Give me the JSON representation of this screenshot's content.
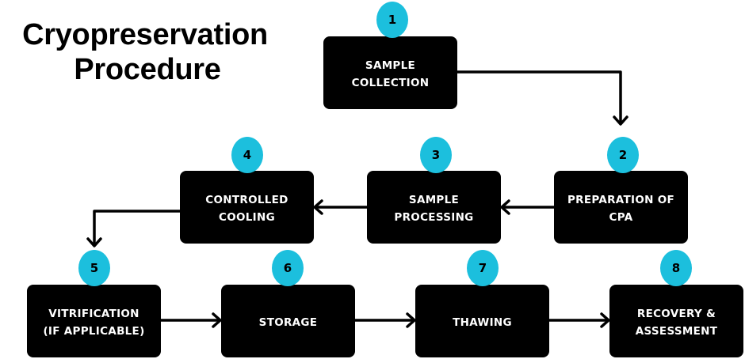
{
  "title": {
    "line1": "Cryopreservation",
    "line2": "Procedure"
  },
  "colors": {
    "box": "#000000",
    "badge": "#1CBFDD",
    "text_on_box": "#FFFFFF",
    "connector": "#000000"
  },
  "steps": [
    {
      "number": "1",
      "label": "SAMPLE\nCOLLECTION"
    },
    {
      "number": "2",
      "label": "PREPARATION OF\nCPA"
    },
    {
      "number": "3",
      "label": "SAMPLE\nPROCESSING"
    },
    {
      "number": "4",
      "label": "CONTROLLED\nCOOLING"
    },
    {
      "number": "5",
      "label": "VITRIFICATION\n(IF APPLICABLE)"
    },
    {
      "number": "6",
      "label": "STORAGE"
    },
    {
      "number": "7",
      "label": "THAWING"
    },
    {
      "number": "8",
      "label": "RECOVERY &\nASSESSMENT"
    }
  ],
  "flow": [
    {
      "from": "1",
      "to": "2"
    },
    {
      "from": "2",
      "to": "3"
    },
    {
      "from": "3",
      "to": "4"
    },
    {
      "from": "4",
      "to": "5"
    },
    {
      "from": "5",
      "to": "6"
    },
    {
      "from": "6",
      "to": "7"
    },
    {
      "from": "7",
      "to": "8"
    }
  ]
}
